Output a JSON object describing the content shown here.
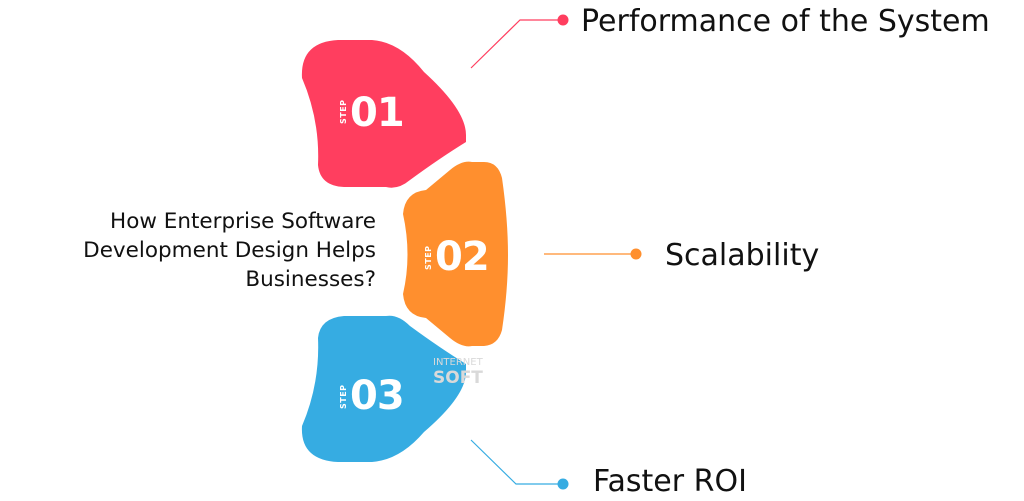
{
  "question": {
    "lines": [
      "How Enterprise Software",
      "Development Design Helps",
      "Businesses?"
    ]
  },
  "steps": [
    {
      "prefix": "STEP",
      "number": "01",
      "color": "#ff3e5f",
      "benefit": "Performance of the System"
    },
    {
      "prefix": "STEP",
      "number": "02",
      "color": "#ff8f2e",
      "benefit": "Scalability"
    },
    {
      "prefix": "STEP",
      "number": "03",
      "color": "#36ace2",
      "benefit": "Faster ROI"
    }
  ],
  "watermark": {
    "top": "INTERNET",
    "bottom": "SOFT"
  }
}
